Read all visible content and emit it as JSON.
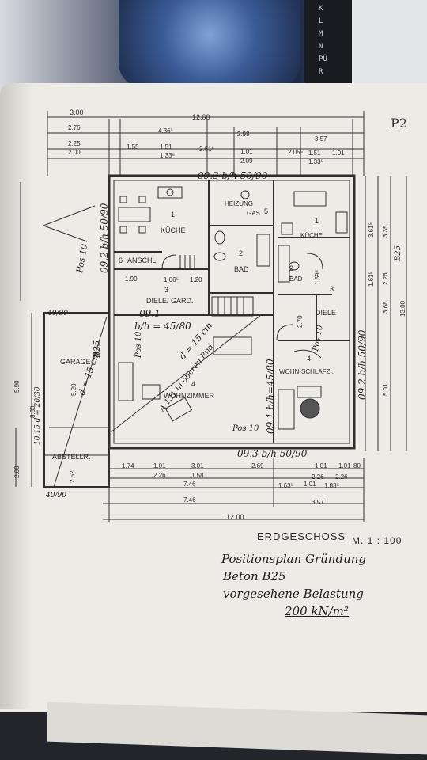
{
  "page_id": "P2",
  "drawing_title": "ERDGESCHOSS",
  "scale": "M. 1 : 100",
  "notes": [
    "Positionsplan Gründung",
    "Beton B25",
    "vorgesehene Belastung",
    "200 kN/m²"
  ],
  "rooms": {
    "kueche_left": "KÜCHE",
    "kueche_left_num": "1",
    "heizung": "HEIZUNG",
    "gas": "GAS",
    "heizung_num": "5",
    "anschl": "ANSCHL",
    "anschl_num": "6",
    "bad_left": "BAD",
    "bad_left_num": "2",
    "diele_gard": "DIELE/ GARD.",
    "diele_num": "3",
    "wohnzimmer": "WOHNZIMMER",
    "wohnzimmer_num": "4",
    "garage": "GARAGE",
    "abstellr": "ABSTELLR.",
    "kueche_right": "KÜCHE",
    "kueche_right_num": "1",
    "bad_right": "BAD",
    "bad_right_num": "2",
    "diele_right": "DIELE",
    "diele_right_num": "3",
    "wohn_schlafz": "WOHN-SCHLAFZI.",
    "wohn_schlafz_num": "4"
  },
  "dimensions": {
    "total_top": "12.00",
    "total_bottom": "12.00",
    "top_row1": [
      "2.76",
      "4.36⁵",
      "2.98",
      "3.57"
    ],
    "top_row0": "3.00",
    "top_row2": [
      "2.25",
      "1.55",
      "1.51",
      "1.01",
      "2.05⁵",
      "1.51",
      "1.01"
    ],
    "top_row3": [
      "2.00",
      "1.33⁵",
      "2.61⁵",
      "2.09",
      "1.33⁵"
    ],
    "bottom_row1": [
      "1.74",
      "1.01",
      "3.01",
      "2.69",
      "1.01",
      "1.01",
      "80"
    ],
    "bottom_row2": [
      "2.26",
      "1.58",
      "2.26",
      "2.26"
    ],
    "bottom_row3": [
      "7.46",
      "1.63⁵",
      "1.83⁵"
    ],
    "bottom_row4": [
      "7.46",
      "3.57"
    ],
    "right": [
      "3.61⁵",
      "3.35",
      "2.26",
      "3.68",
      "13.00",
      "5.01",
      "1.63⁵"
    ],
    "left": [
      "5.90",
      "5.20",
      "8.30",
      "2.00",
      "2.52"
    ],
    "interior": [
      "1.90",
      "1.06⁵",
      "1.20",
      "1.59⁵",
      "2.70",
      "1.01"
    ]
  },
  "annotations": {
    "beam_top": "09.3  b/h  50/90",
    "beam_left": "09.2  b/h  50/90",
    "beam_mid": "09.1",
    "beam_mid_size": "b/h = 45/80",
    "beam_right": "09.2  b/h  50/90",
    "beam_center": "09.1  b/h=45/80",
    "beam_bottom": "09.3  b/h  50/90",
    "pos10_a": "Pos 10",
    "pos10_b": "Pos 10",
    "pos10_c": "Pos 10",
    "pos10_d": "Pos 10",
    "b25_a": "B25",
    "b25_b": "B25",
    "d15_a": "d = 15 cm",
    "d15_b": "d = 15 cm",
    "decke": "A 131  in oberen Rnd",
    "col_a": "40/90",
    "col_b": "40/90",
    "slab": "10.15  d = 20/30"
  },
  "colors": {
    "paper": "#ecebe6",
    "ink": "#2b2b2b",
    "binder": "#e6c84a"
  }
}
